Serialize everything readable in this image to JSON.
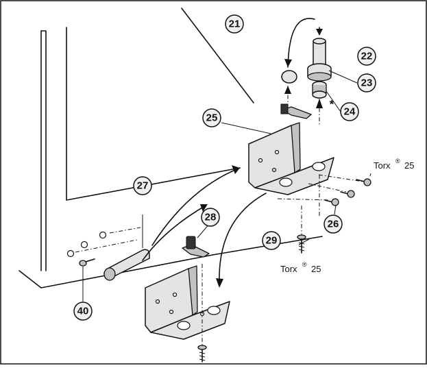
{
  "callouts": {
    "c21": "21",
    "c22": "22",
    "c23": "23",
    "c24": "24",
    "c25": "25",
    "c26": "26",
    "c27": "27",
    "c28": "28",
    "c29": "29",
    "c40": "40"
  },
  "asterisk": "*",
  "torx_top": {
    "label": "Torx",
    "reg": "®",
    "size": "25"
  },
  "torx_bottom": {
    "label": "Torx",
    "reg": "®",
    "size": "25"
  }
}
